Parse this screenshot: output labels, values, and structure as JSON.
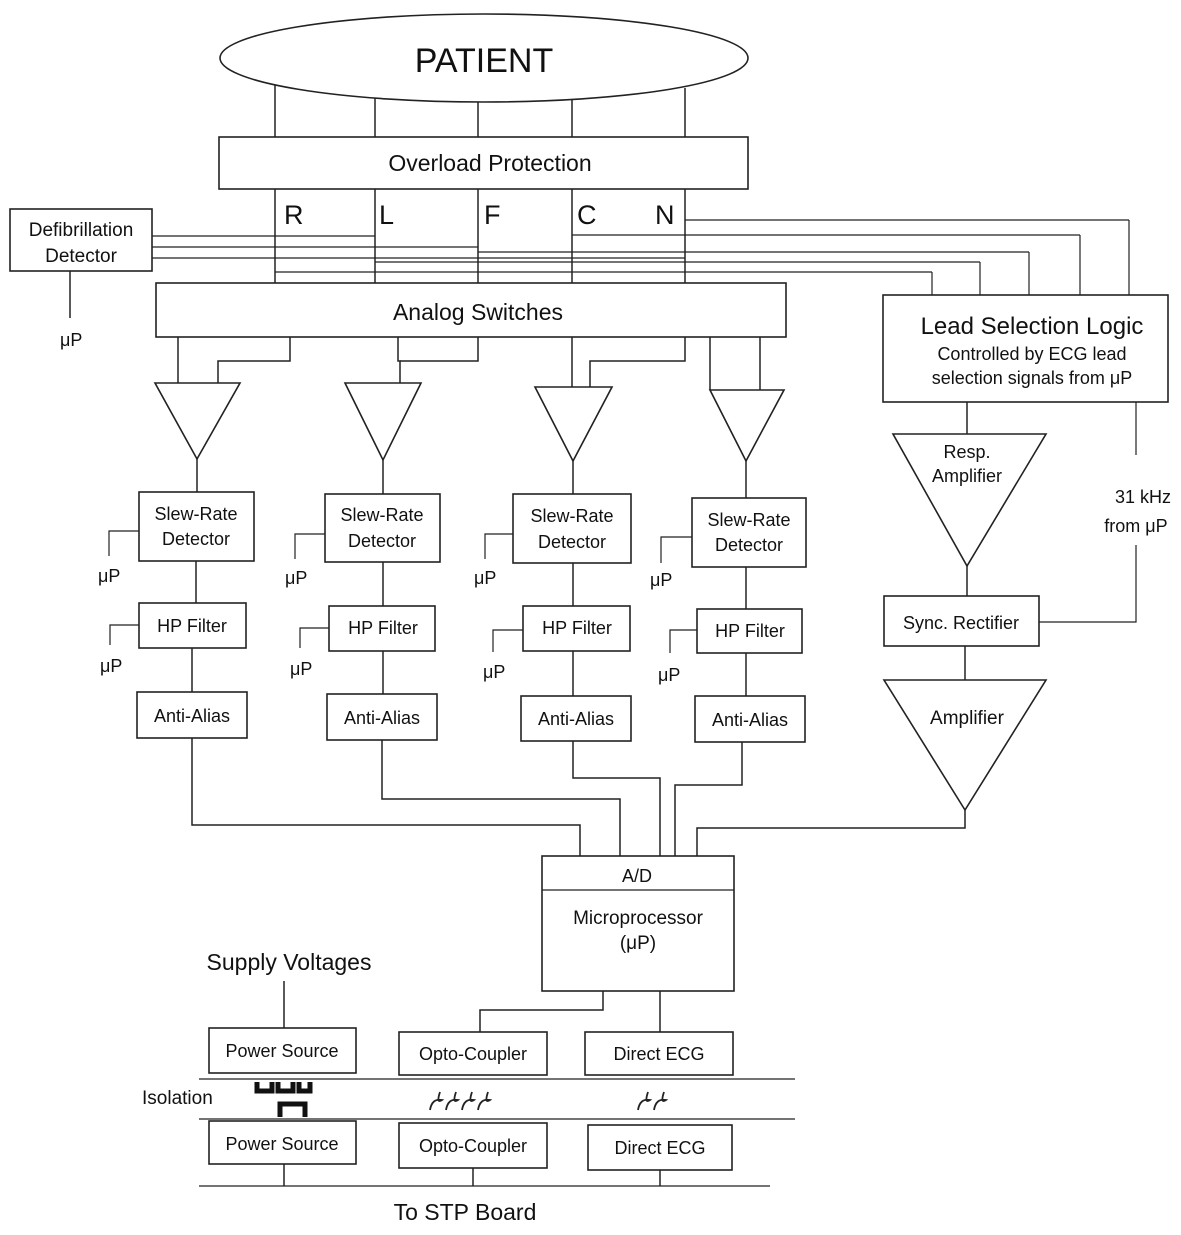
{
  "patient": "PATIENT",
  "overload": "Overload Protection",
  "leads": [
    "R",
    "L",
    "F",
    "C",
    "N"
  ],
  "defib": [
    "Defibrillation",
    "Detector"
  ],
  "mu_p": "μP",
  "analog_switches": "Analog Switches",
  "lead_logic": {
    "title": "Lead Selection Logic",
    "line1": "Controlled by ECG lead",
    "line2": "selection signals from μP"
  },
  "slew": [
    "Slew-Rate",
    "Detector"
  ],
  "hp_filter": "HP Filter",
  "anti_alias": "Anti-Alias",
  "resp_amp": [
    "Resp.",
    "Amplifier"
  ],
  "freq": [
    "31 kHz",
    "from μP"
  ],
  "sync_rect": "Sync. Rectifier",
  "amplifier": "Amplifier",
  "adc": "A/D",
  "micro": [
    "Microprocessor",
    "(μP)"
  ],
  "supply_voltages": "Supply Voltages",
  "power_source": "Power Source",
  "opto_coupler": "Opto-Coupler",
  "direct_ecg": "Direct ECG",
  "isolation": "Isolation",
  "stp_board": "To STP Board"
}
